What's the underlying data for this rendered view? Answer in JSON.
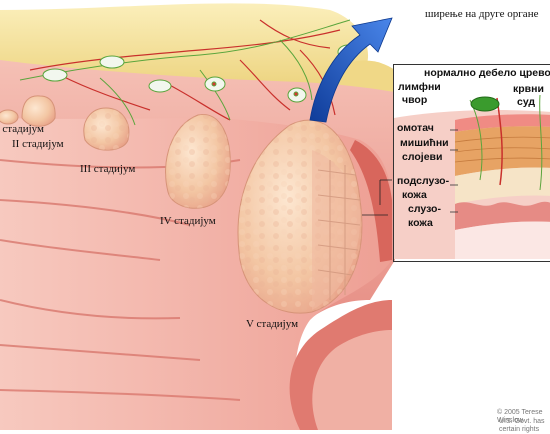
{
  "labels": {
    "spread": "ширење на друге органе",
    "stage1": "I стадијум",
    "stage2": "II стадијум",
    "stage3": "III стадијум",
    "stage4": "IV стадијум",
    "stage5": "V стадијум"
  },
  "inset": {
    "title": "нормално дебело црево",
    "lymph_node": [
      "лимфни",
      "чвор"
    ],
    "blood_vessel": [
      "крвни",
      "суд"
    ],
    "serosa": "омотач",
    "muscle": [
      "мишићни",
      "слојеви"
    ],
    "submucosa": [
      "подслузо-",
      "кожа"
    ],
    "mucosa": [
      "слузо-",
      "кожа"
    ]
  },
  "credit": [
    "© 2005 Terese Winslow",
    "U.S. Govt. has certain rights"
  ],
  "colors": {
    "tissue_outer": "#e98a80",
    "tissue_inner": "#f3b7ac",
    "fat": "#f2dc8c",
    "tumor": "#f2c7a6",
    "arrow_blue": "#1b4fb8",
    "lymph_green": "#3a9b2d",
    "vessel_red": "#c9302c"
  }
}
